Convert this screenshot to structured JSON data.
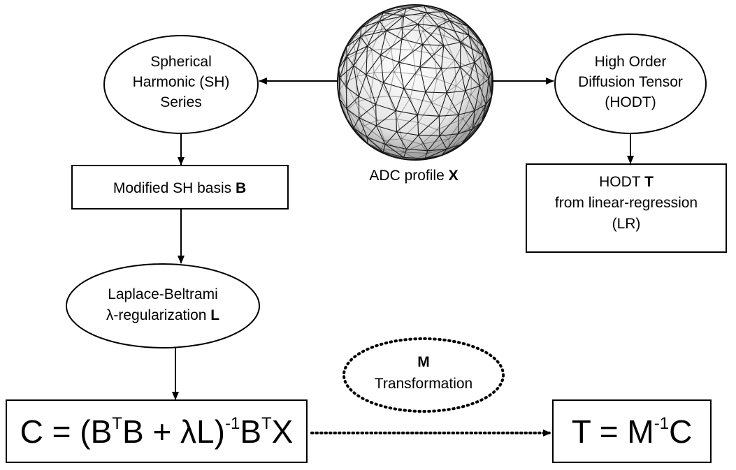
{
  "nodes": {
    "sphere_caption": {
      "text": "ADC profile ",
      "bold": "X"
    },
    "sh_series": {
      "line1": "Spherical",
      "line2": "Harmonic (SH)",
      "line3": "Series"
    },
    "hodt": {
      "line1": "High Order",
      "line2": "Diffusion Tensor",
      "line3": "(HODT)"
    },
    "modified_basis": {
      "text": "Modified SH basis ",
      "bold": "B"
    },
    "hodt_lr": {
      "line1_text": "HODT ",
      "line1_bold": "T",
      "line2": "from linear-regression",
      "line3": "(LR)"
    },
    "laplace": {
      "line1": "Laplace-Beltrami",
      "line2_text": "λ-regularization ",
      "line2_bold": "L"
    },
    "transformation": {
      "bold": "M",
      "text": "Transformation"
    },
    "eq_c": {
      "p1": "C = (B",
      "sup1": "T",
      "p2": "B + λL)",
      "sup2": "-1",
      "p3": "B",
      "sup3": "T",
      "p4": "X"
    },
    "eq_t": {
      "p1": "T = M",
      "sup1": "-1",
      "p2": "C"
    }
  }
}
